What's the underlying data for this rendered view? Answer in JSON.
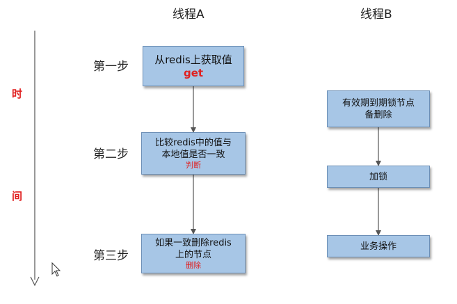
{
  "columns": {
    "thread_a": "线程A",
    "thread_b": "线程B"
  },
  "time_axis": {
    "top_char": "时",
    "bottom_char": "间"
  },
  "steps": [
    {
      "label": "第一步"
    },
    {
      "label": "第二步"
    },
    {
      "label": "第三步"
    }
  ],
  "thread_a_boxes": [
    {
      "lines": [
        "从redis上获取值"
      ],
      "note": "get"
    },
    {
      "lines": [
        "比较redis中的值与",
        "本地值是否一致"
      ],
      "note": "判断"
    },
    {
      "lines": [
        "如果一致删除redis",
        "上的节点"
      ],
      "note": "删除"
    }
  ],
  "thread_b_boxes": [
    {
      "lines": [
        "有效期到期锁节点",
        "备删除"
      ]
    },
    {
      "lines": [
        "加锁"
      ]
    },
    {
      "lines": [
        "业务操作"
      ]
    }
  ],
  "colors": {
    "box_fill": "#a7c6e6",
    "box_border": "#6c8fb6",
    "accent_red": "#e02020",
    "connector": "#555555"
  }
}
